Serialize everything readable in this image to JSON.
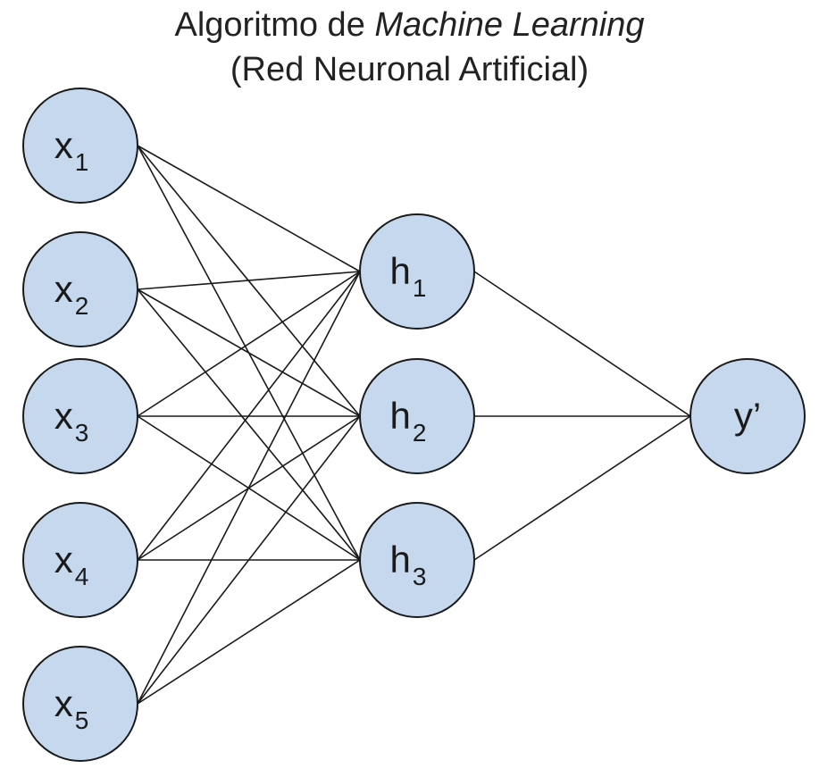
{
  "title": {
    "prefix": "Algoritmo de ",
    "emphasis": "Machine Learning",
    "subtitle": "(Red Neuronal Artificial)"
  },
  "colors": {
    "node_fill": "#c5d8ee",
    "node_stroke": "#1a1a1a",
    "edge": "#1a1a1a",
    "text": "#222222"
  },
  "layers": {
    "input": [
      {
        "id": "x1",
        "base": "x",
        "sub": "1"
      },
      {
        "id": "x2",
        "base": "x",
        "sub": "2"
      },
      {
        "id": "x3",
        "base": "x",
        "sub": "3"
      },
      {
        "id": "x4",
        "base": "x",
        "sub": "4"
      },
      {
        "id": "x5",
        "base": "x",
        "sub": "5"
      }
    ],
    "hidden": [
      {
        "id": "h1",
        "base": "h",
        "sub": "1"
      },
      {
        "id": "h2",
        "base": "h",
        "sub": "2"
      },
      {
        "id": "h3",
        "base": "h",
        "sub": "3"
      }
    ],
    "output": [
      {
        "id": "y",
        "base": "y’",
        "sub": ""
      }
    ]
  },
  "connections": "fully-connected"
}
